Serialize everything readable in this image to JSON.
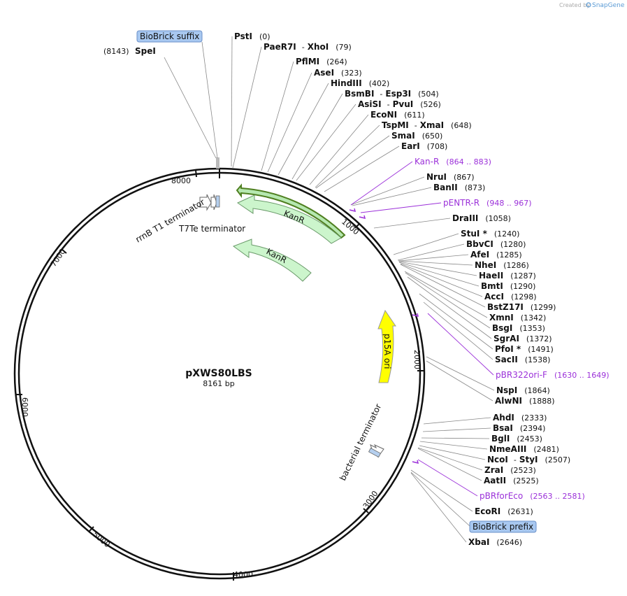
{
  "brand": {
    "created_by": "Created by",
    "name": "SnapGene"
  },
  "plasmid": {
    "name": "pXWS80LBS",
    "size": "8161 bp"
  },
  "ring_ticks": [
    "1000",
    "2000",
    "3000",
    "4000",
    "5000",
    "6000",
    "7000",
    "8000"
  ],
  "biobrick": {
    "suffix": "BioBrick suffix",
    "prefix": "BioBrick prefix"
  },
  "left_sites": [
    {
      "name": "SpeI",
      "pos": "(8143)"
    }
  ],
  "sites": [
    {
      "name": "PstI",
      "pos": "(0)"
    },
    {
      "name": "PaeR7I",
      "sep": "-",
      "name2": "XhoI",
      "pos": "(79)"
    },
    {
      "name": "PflMI",
      "pos": "(264)"
    },
    {
      "name": "AseI",
      "pos": "(323)"
    },
    {
      "name": "HindIII",
      "pos": "(402)"
    },
    {
      "name": "BsmBI",
      "sep": "-",
      "name2": "Esp3I",
      "pos": "(504)"
    },
    {
      "name": "AsiSI",
      "sep": "-",
      "name2": "PvuI",
      "pos": "(526)"
    },
    {
      "name": "EcoNI",
      "pos": "(611)"
    },
    {
      "name": "TspMI",
      "sep": "-",
      "name2": "XmaI",
      "pos": "(648)"
    },
    {
      "name": "SmaI",
      "pos": "(650)"
    },
    {
      "name": "EarI",
      "pos": "(708)"
    },
    {
      "name": "NruI",
      "pos": "(867)"
    },
    {
      "name": "BanII",
      "pos": "(873)"
    },
    {
      "name": "DraIII",
      "pos": "(1058)"
    },
    {
      "name": "StuI *",
      "pos": "(1240)"
    },
    {
      "name": "BbvCI",
      "pos": "(1280)"
    },
    {
      "name": "AfeI",
      "pos": "(1285)"
    },
    {
      "name": "NheI",
      "pos": "(1286)"
    },
    {
      "name": "HaeII",
      "pos": "(1287)"
    },
    {
      "name": "BmtI",
      "pos": "(1290)"
    },
    {
      "name": "AccI",
      "pos": "(1298)"
    },
    {
      "name": "BstZ17I",
      "pos": "(1299)"
    },
    {
      "name": "XmnI",
      "pos": "(1342)"
    },
    {
      "name": "BsgI",
      "pos": "(1353)"
    },
    {
      "name": "SgrAI",
      "pos": "(1372)"
    },
    {
      "name": "PfoI *",
      "pos": "(1491)"
    },
    {
      "name": "SacII",
      "pos": "(1538)"
    },
    {
      "name": "NspI",
      "pos": "(1864)"
    },
    {
      "name": "AlwNI",
      "pos": "(1888)"
    },
    {
      "name": "AhdI",
      "pos": "(2333)"
    },
    {
      "name": "BsaI",
      "pos": "(2394)"
    },
    {
      "name": "BglI",
      "pos": "(2453)"
    },
    {
      "name": "NmeAIII",
      "pos": "(2481)"
    },
    {
      "name": "NcoI",
      "sep": "-",
      "name2": "StyI",
      "pos": "(2507)"
    },
    {
      "name": "ZraI",
      "pos": "(2523)"
    },
    {
      "name": "AatII",
      "pos": "(2525)"
    },
    {
      "name": "EcoRI",
      "pos": "(2631)"
    },
    {
      "name": "XbaI",
      "pos": "(2646)"
    }
  ],
  "primers": [
    {
      "name": "Kan-R",
      "pos": "(864 .. 883)"
    },
    {
      "name": "pENTR-R",
      "pos": "(948 .. 967)"
    },
    {
      "name": "pBR322ori-F",
      "pos": "(1630 .. 1649)"
    },
    {
      "name": "pBRforEco",
      "pos": "(2563 .. 2581)"
    }
  ],
  "features": {
    "kanr_outer": "KanR",
    "kanr_inner": "KanR",
    "p15a": "p15A ori",
    "rrnb": "rrnB T1 terminator",
    "t7te": "T7Te terminator",
    "bacterial": "bacterial terminator"
  },
  "colors": {
    "kanr_fill": "#ccf5cc",
    "kanr_stroke": "#6a9a6a",
    "p15a_fill": "#ffff00",
    "primer": "#9b30d9",
    "biobrick_fill": "#a8c8f0",
    "terminator_fill": "#b5cfee"
  }
}
